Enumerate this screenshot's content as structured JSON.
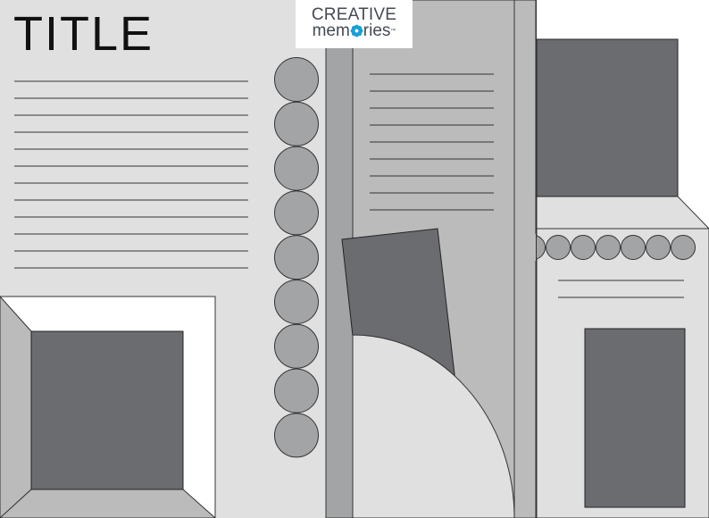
{
  "layout": {
    "title": "TITLE"
  },
  "logo": {
    "line1": "CREATIVE",
    "line2_start": "mem",
    "line2_end": "ries",
    "trademark": "™",
    "flower_color": "#1a9fd8"
  },
  "colors": {
    "background_light": "#e0e0e0",
    "background_mid": "#bbbbbc",
    "photo_dark": "#6b6c6f",
    "circle_fill": "#a3a4a6",
    "line_color": "#333333",
    "white": "#ffffff"
  },
  "left_page": {
    "journal_line_count": 12,
    "circle_count": 9
  },
  "middle_page": {
    "journal_line_count": 9
  },
  "right_page": {
    "circle_count": 7,
    "journal_line_count": 2
  }
}
